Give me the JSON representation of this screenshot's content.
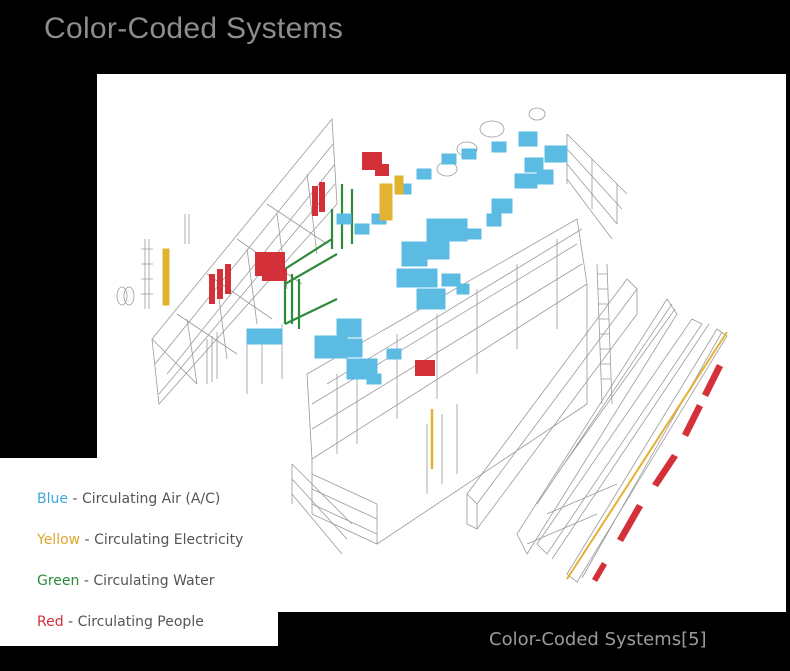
{
  "slide": {
    "title": "Color-Coded Systems",
    "caption": "Color-Coded Systems[5]"
  },
  "legend": {
    "items": [
      {
        "color_word": "Blue",
        "description": "Circulating Air (A/C)",
        "color": "#3ea9d8"
      },
      {
        "color_word": "Yellow",
        "description": "Circulating Electricity",
        "color": "#e0a72c"
      },
      {
        "color_word": "Green",
        "description": "Circulating Water",
        "color": "#2a8a3c"
      },
      {
        "color_word": "Red",
        "description": "Circulating People",
        "color": "#d3303a"
      }
    ],
    "separator": " - "
  },
  "colors": {
    "air": "#5bbbe2",
    "electricity": "#e2b231",
    "water": "#2e8b3a",
    "people": "#d3303a",
    "structure": "#9a9a9a"
  }
}
